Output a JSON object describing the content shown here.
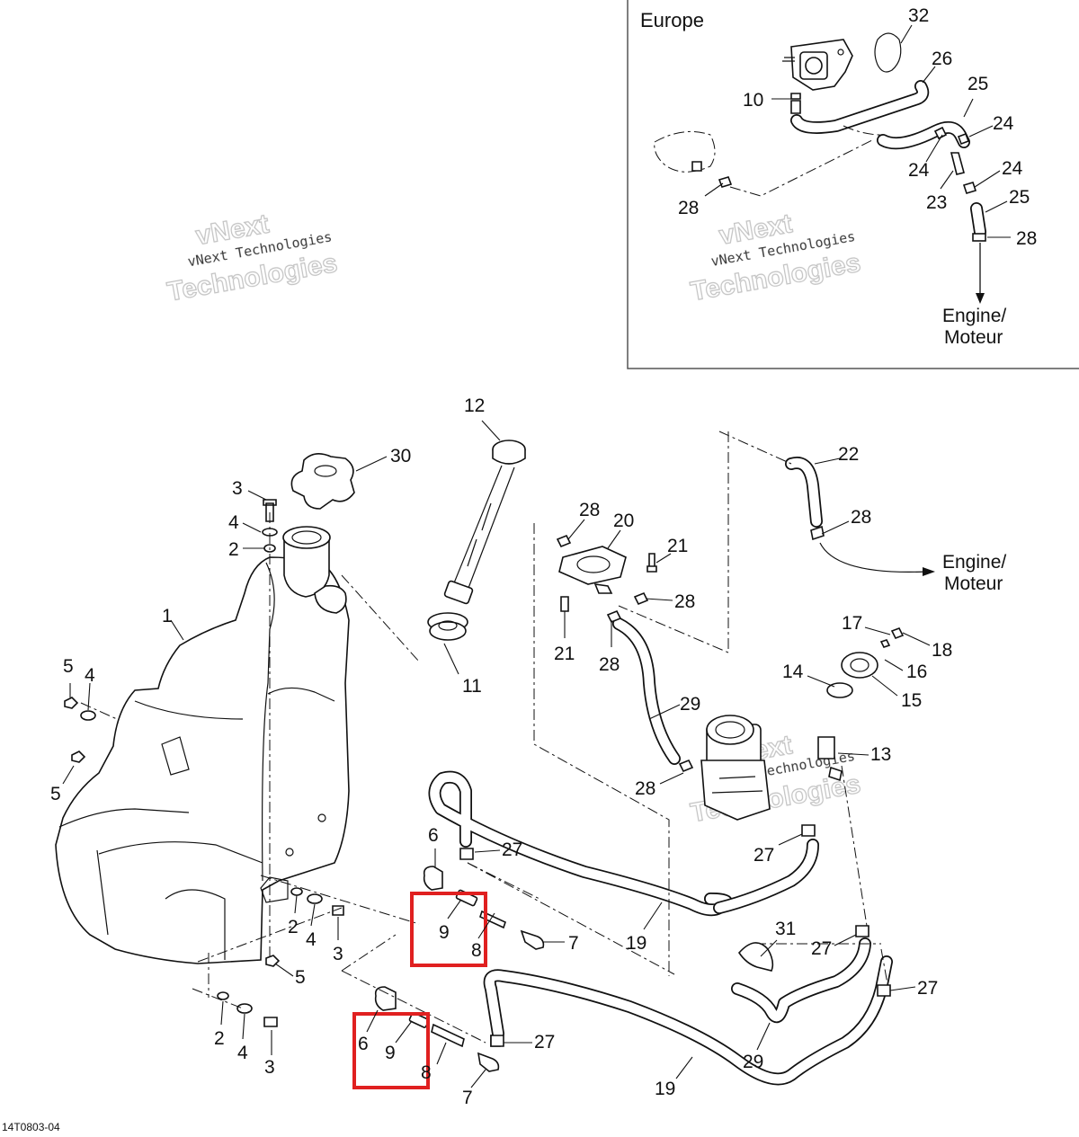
{
  "inset": {
    "title": "Europe",
    "destination": [
      "Engine/",
      "Moteur"
    ]
  },
  "main": {
    "destination": [
      "Engine/",
      "Moteur"
    ]
  },
  "watermark": {
    "line1": "vNext",
    "line2": "vNext Technologies",
    "line3": "Technologies"
  },
  "diagram_code": "14T0803-04",
  "part_numbers": [
    "1",
    "2",
    "3",
    "4",
    "5",
    "6",
    "7",
    "8",
    "9",
    "10",
    "11",
    "12",
    "13",
    "14",
    "15",
    "16",
    "17",
    "18",
    "19",
    "20",
    "21",
    "22",
    "23",
    "24",
    "25",
    "26",
    "27",
    "28",
    "29",
    "30",
    "31",
    "32"
  ],
  "highlight_color": "#e02020",
  "labels": {
    "i32": "32",
    "i26": "26",
    "i25a": "25",
    "i10": "10",
    "i24a": "24",
    "i24b": "24",
    "i24c": "24",
    "i23": "23",
    "i25b": "25",
    "i28a": "28",
    "i28b": "28",
    "m12": "12",
    "m30": "30",
    "m3a": "3",
    "m4a": "4",
    "m2a": "2",
    "m1": "1",
    "m11": "11",
    "m5a": "5",
    "m4b": "4",
    "m5b": "5",
    "m22": "22",
    "m28a": "28",
    "m20": "20",
    "m28b": "28",
    "m21a": "21",
    "m28c": "28",
    "m21b": "21",
    "m28d": "28",
    "m17": "17",
    "m18": "18",
    "m14": "14",
    "m16": "16",
    "m15": "15",
    "m29a": "29",
    "m13": "13",
    "m28e": "28",
    "m6a": "6",
    "m27a": "27",
    "m27b": "27",
    "m9a": "9",
    "m8a": "8",
    "m7a": "7",
    "m2b": "2",
    "m4c": "4",
    "m3b": "3",
    "m19a": "19",
    "m31": "31",
    "m27c": "27",
    "m5c": "5",
    "m27d": "27",
    "m6b": "6",
    "m9b": "9",
    "m8b": "8",
    "m27e": "27",
    "m29b": "29",
    "m2c": "2",
    "m4d": "4",
    "m3c": "3",
    "m7b": "7",
    "m19b": "19"
  }
}
